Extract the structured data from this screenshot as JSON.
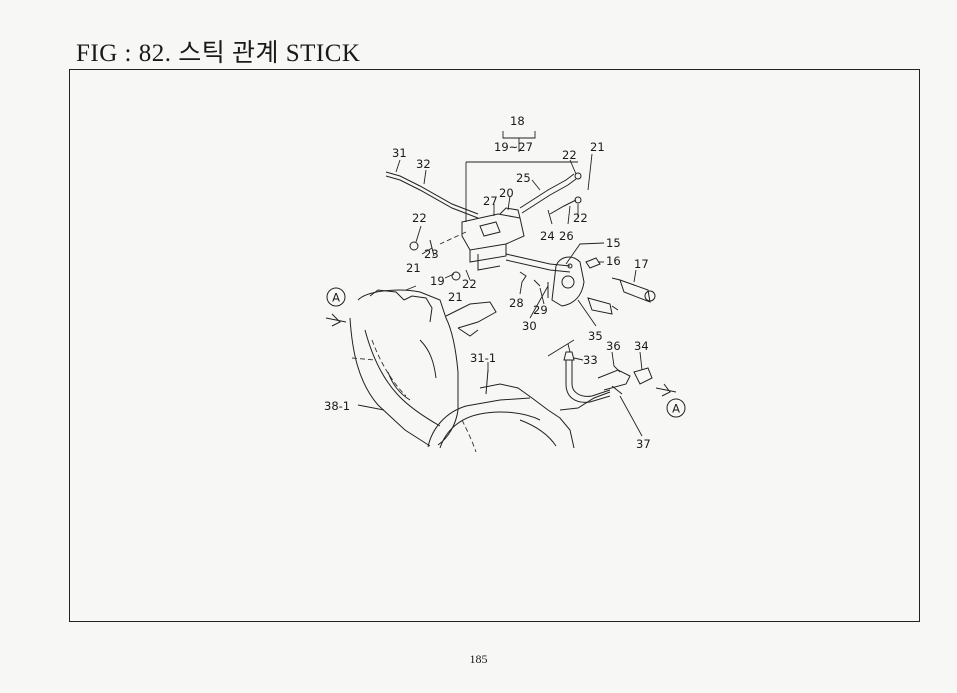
{
  "figure": {
    "title": "FIG : 82. 스틱 관계 STICK"
  },
  "callouts": {
    "c18": "18",
    "c19_27": "19~27",
    "c31": "31",
    "c32": "32",
    "c22a": "22",
    "c21a": "21",
    "c25": "25",
    "c27": "27",
    "c20": "20",
    "c22b": "22",
    "c24": "24",
    "c26": "26",
    "c22c": "22",
    "c23": "23",
    "c21b": "21",
    "c15": "15",
    "c16": "16",
    "c17": "17",
    "c19": "19",
    "c22d": "22",
    "c21c": "21",
    "c28": "28",
    "c29": "29",
    "c30": "30",
    "c35": "35",
    "c36": "36",
    "c34": "34",
    "c33": "33",
    "c31_1": "31-1",
    "c38_1": "38-1",
    "c37": "37"
  },
  "markers": {
    "ref_left": "A",
    "ref_right": "A"
  },
  "page": {
    "number": "185"
  }
}
